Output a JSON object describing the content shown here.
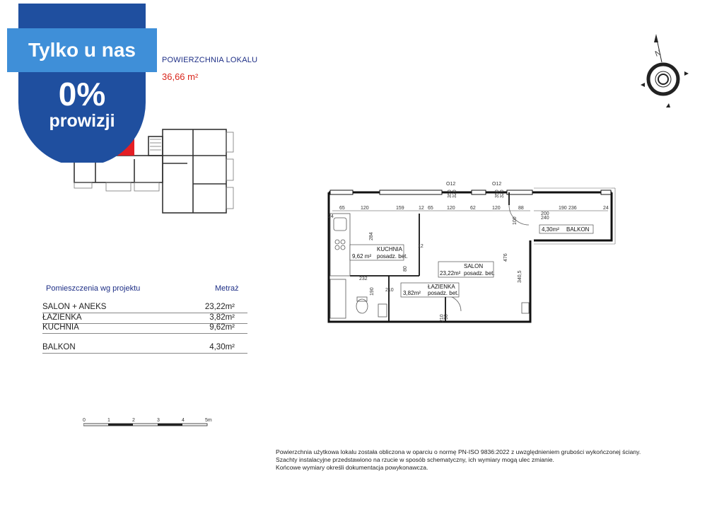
{
  "promo": {
    "title": "Tylko u nas",
    "percent": "0%",
    "subtitle": "prowizji"
  },
  "area": {
    "label": "POWIERZCHNIA LOKALU",
    "value": "36,66 m²"
  },
  "rooms_table": {
    "header_left": "Pomieszczenia wg projektu",
    "header_right": "Metraż",
    "rows": [
      {
        "name": "SALON + ANEKS",
        "value": "23,22m²"
      },
      {
        "name": "ŁAZIENKA",
        "value": "3,82m²"
      },
      {
        "name": "KUCHNIA",
        "value": "9,62m²"
      },
      {
        "name": "BALKON",
        "value": "4,30m²"
      }
    ]
  },
  "scale": {
    "ticks": [
      "0",
      "1",
      "2",
      "3",
      "4",
      "5m"
    ]
  },
  "plan": {
    "room_labels": {
      "kuchnia": "KUCHNIA",
      "kuchnia_area": "9,62 m²",
      "kuchnia_floor": "posadz. bet.",
      "salon": "SALON",
      "salon_area": "23,22m²",
      "salon_floor": "posadz. bet.",
      "lazienka": "ŁAZIENKA",
      "lazienka_area": "3,82m²",
      "lazienka_floor": "posadz. bet.",
      "balkon": "BALKON",
      "balkon_area": "4,30m²"
    },
    "top_dims": [
      "65",
      "120",
      "159",
      "12",
      "65",
      "120",
      "62",
      "120",
      "88",
      "190",
      "236",
      "24"
    ],
    "other_dims": [
      "24",
      "284",
      "476",
      "340,5",
      "100",
      "232",
      "190",
      "210",
      "90",
      "210",
      "12",
      "80",
      "240",
      "200",
      "350",
      "320",
      "350",
      "320",
      "O12",
      "O12"
    ]
  },
  "compass": {
    "north": "N"
  },
  "footnote": [
    "Powierzchnia użytkowa lokalu została obliczona w oparciu o normę PN-ISO 9836:2022 z uwzględnieniem grubości wykończonej ściany.",
    "Szachty instalacyjne przedstawiono na rzucie w sposób schematyczny, ich wymiary mogą ulec zmianie.",
    "Końcowe wymiary określi dokumentacja powykonawcza."
  ],
  "colors": {
    "badge_dark": "#1f4f9f",
    "badge_light": "#3f8fd8",
    "heading_blue": "#1e2f86",
    "area_red": "#d9261c",
    "highlight_red": "#e31e24"
  }
}
